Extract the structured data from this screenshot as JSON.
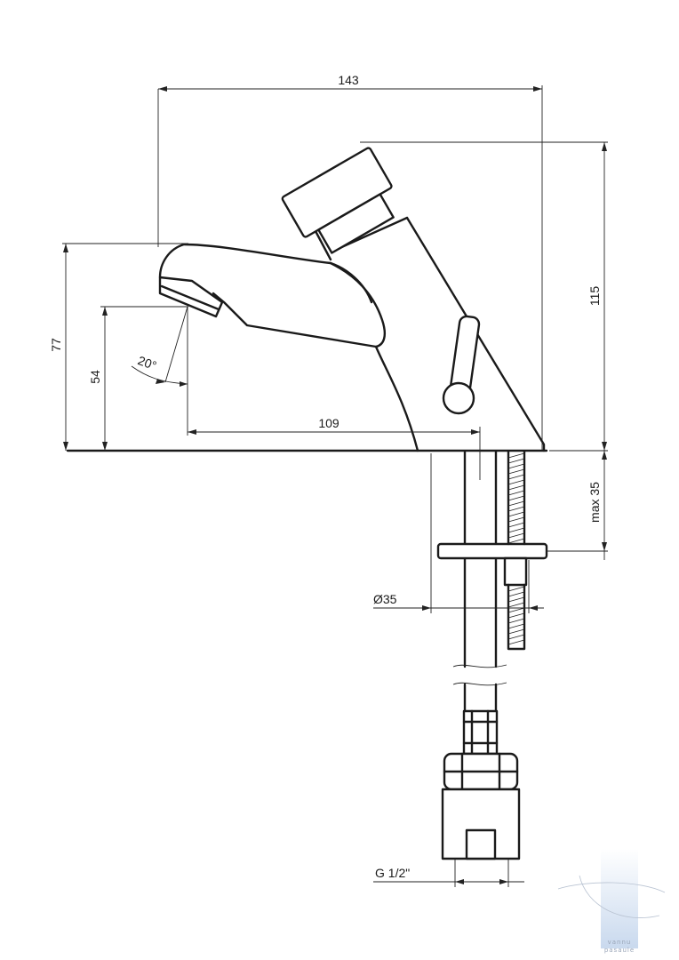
{
  "dimensions": {
    "width_total": "143",
    "height_total": "115",
    "height_spout": "77",
    "height_outlet": "54",
    "reach": "109",
    "angle": "20°",
    "max_thickness": "max 35",
    "hole_diameter": "Ø35",
    "thread": "G 1/2\""
  },
  "watermark": {
    "line1": "vannu",
    "line2": "pasaule"
  },
  "colors": {
    "line": "#1a1a1a",
    "background": "#ffffff",
    "watermark_blue": "#c9d9ee"
  }
}
